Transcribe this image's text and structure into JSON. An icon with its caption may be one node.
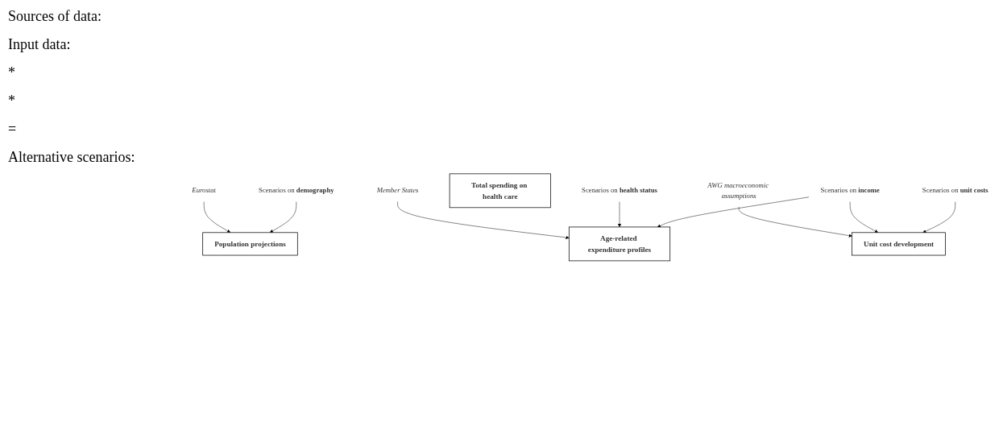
{
  "diagram": {
    "nodes": [
      {
        "text": [
          "Eurostat"
        ]
      },
      {
        "text": [
          "Member States"
        ]
      },
      {
        "text": [
          "AWG macroeconomic assumptions"
        ]
      },
      {
        "text": [
          "Population projections"
        ]
      },
      {
        "text": [
          "Age-related expenditure profiles"
        ]
      },
      {
        "text": [
          "Unit cost development"
        ]
      },
      {
        "text": [
          "Total spending on health care"
        ]
      },
      {
        "text": [
          "Scenarios on **demography**"
        ]
      },
      {
        "text": [
          "Scenarios on **health status**"
        ]
      },
      {
        "text": [
          "Scenarios on **income**"
        ]
      },
      {
        "text": [
          "Scenarios on **unit costs**"
        ]
      }
    ],
    "edges": [
      {
        "from": 0,
        "to": 3,
        "arrow": "to"
      },
      {
        "from": 1,
        "to": 4,
        "arrow": "to"
      },
      {
        "from": 2,
        "to": 5,
        "arrow": "to"
      },
      {
        "from": 7,
        "to": 3,
        "arrow": "to"
      },
      {
        "from": 8,
        "to": 4,
        "arrow": "to"
      },
      {
        "from": 9,
        "to": 4,
        "arrow": "to"
      },
      {
        "from": 9,
        "to": 5,
        "arrow": "to"
      },
      {
        "from": 10,
        "to": 5,
        "arrow": "to"
      }
    ],
    "labels": [
      "Sources of data:",
      "Input data:",
      "*",
      "*",
      "=",
      "Alternative scenarios:"
    ]
  }
}
